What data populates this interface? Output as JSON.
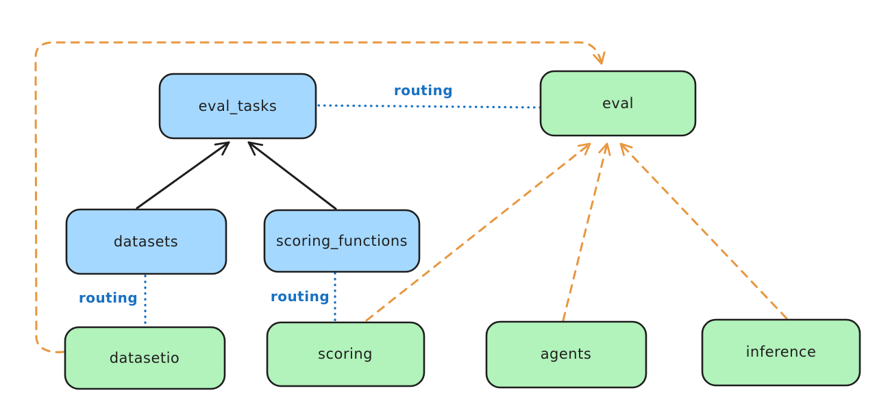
{
  "diagram_type": "architecture-diagram",
  "colors": {
    "background": "#ffffff",
    "blue_fill": "#a5d8ff",
    "green_fill": "#b2f2bb",
    "stroke_dark": "#1e1e1e",
    "routing_blue": "#1971c2",
    "orange": "#e8973f"
  },
  "nodes": {
    "eval_tasks": {
      "label": "eval_tasks",
      "fill": "blue"
    },
    "eval": {
      "label": "eval",
      "fill": "green"
    },
    "datasets": {
      "label": "datasets",
      "fill": "blue"
    },
    "scoring_functions": {
      "label": "scoring_functions",
      "fill": "blue"
    },
    "datasetio": {
      "label": "datasetio",
      "fill": "green"
    },
    "scoring": {
      "label": "scoring",
      "fill": "green"
    },
    "agents": {
      "label": "agents",
      "fill": "green"
    },
    "inference": {
      "label": "inference",
      "fill": "green"
    }
  },
  "edges": [
    {
      "from": "datasets",
      "to": "eval_tasks",
      "style": "solid-arrow",
      "color": "#1e1e1e",
      "label": ""
    },
    {
      "from": "scoring_functions",
      "to": "eval_tasks",
      "style": "solid-arrow",
      "color": "#1e1e1e",
      "label": ""
    },
    {
      "from": "eval_tasks",
      "to": "eval",
      "style": "dotted",
      "color": "#1971c2",
      "label": "routing"
    },
    {
      "from": "datasets",
      "to": "datasetio",
      "style": "dotted",
      "color": "#1971c2",
      "label": "routing"
    },
    {
      "from": "scoring_functions",
      "to": "scoring",
      "style": "dotted",
      "color": "#1971c2",
      "label": "routing"
    },
    {
      "from": "datasetio",
      "to": "eval",
      "style": "dashed-arrow",
      "color": "#e8973f",
      "label": ""
    },
    {
      "from": "scoring",
      "to": "eval",
      "style": "dashed-arrow",
      "color": "#e8973f",
      "label": ""
    },
    {
      "from": "agents",
      "to": "eval",
      "style": "dashed-arrow",
      "color": "#e8973f",
      "label": ""
    },
    {
      "from": "inference",
      "to": "eval",
      "style": "dashed-arrow",
      "color": "#e8973f",
      "label": ""
    }
  ]
}
